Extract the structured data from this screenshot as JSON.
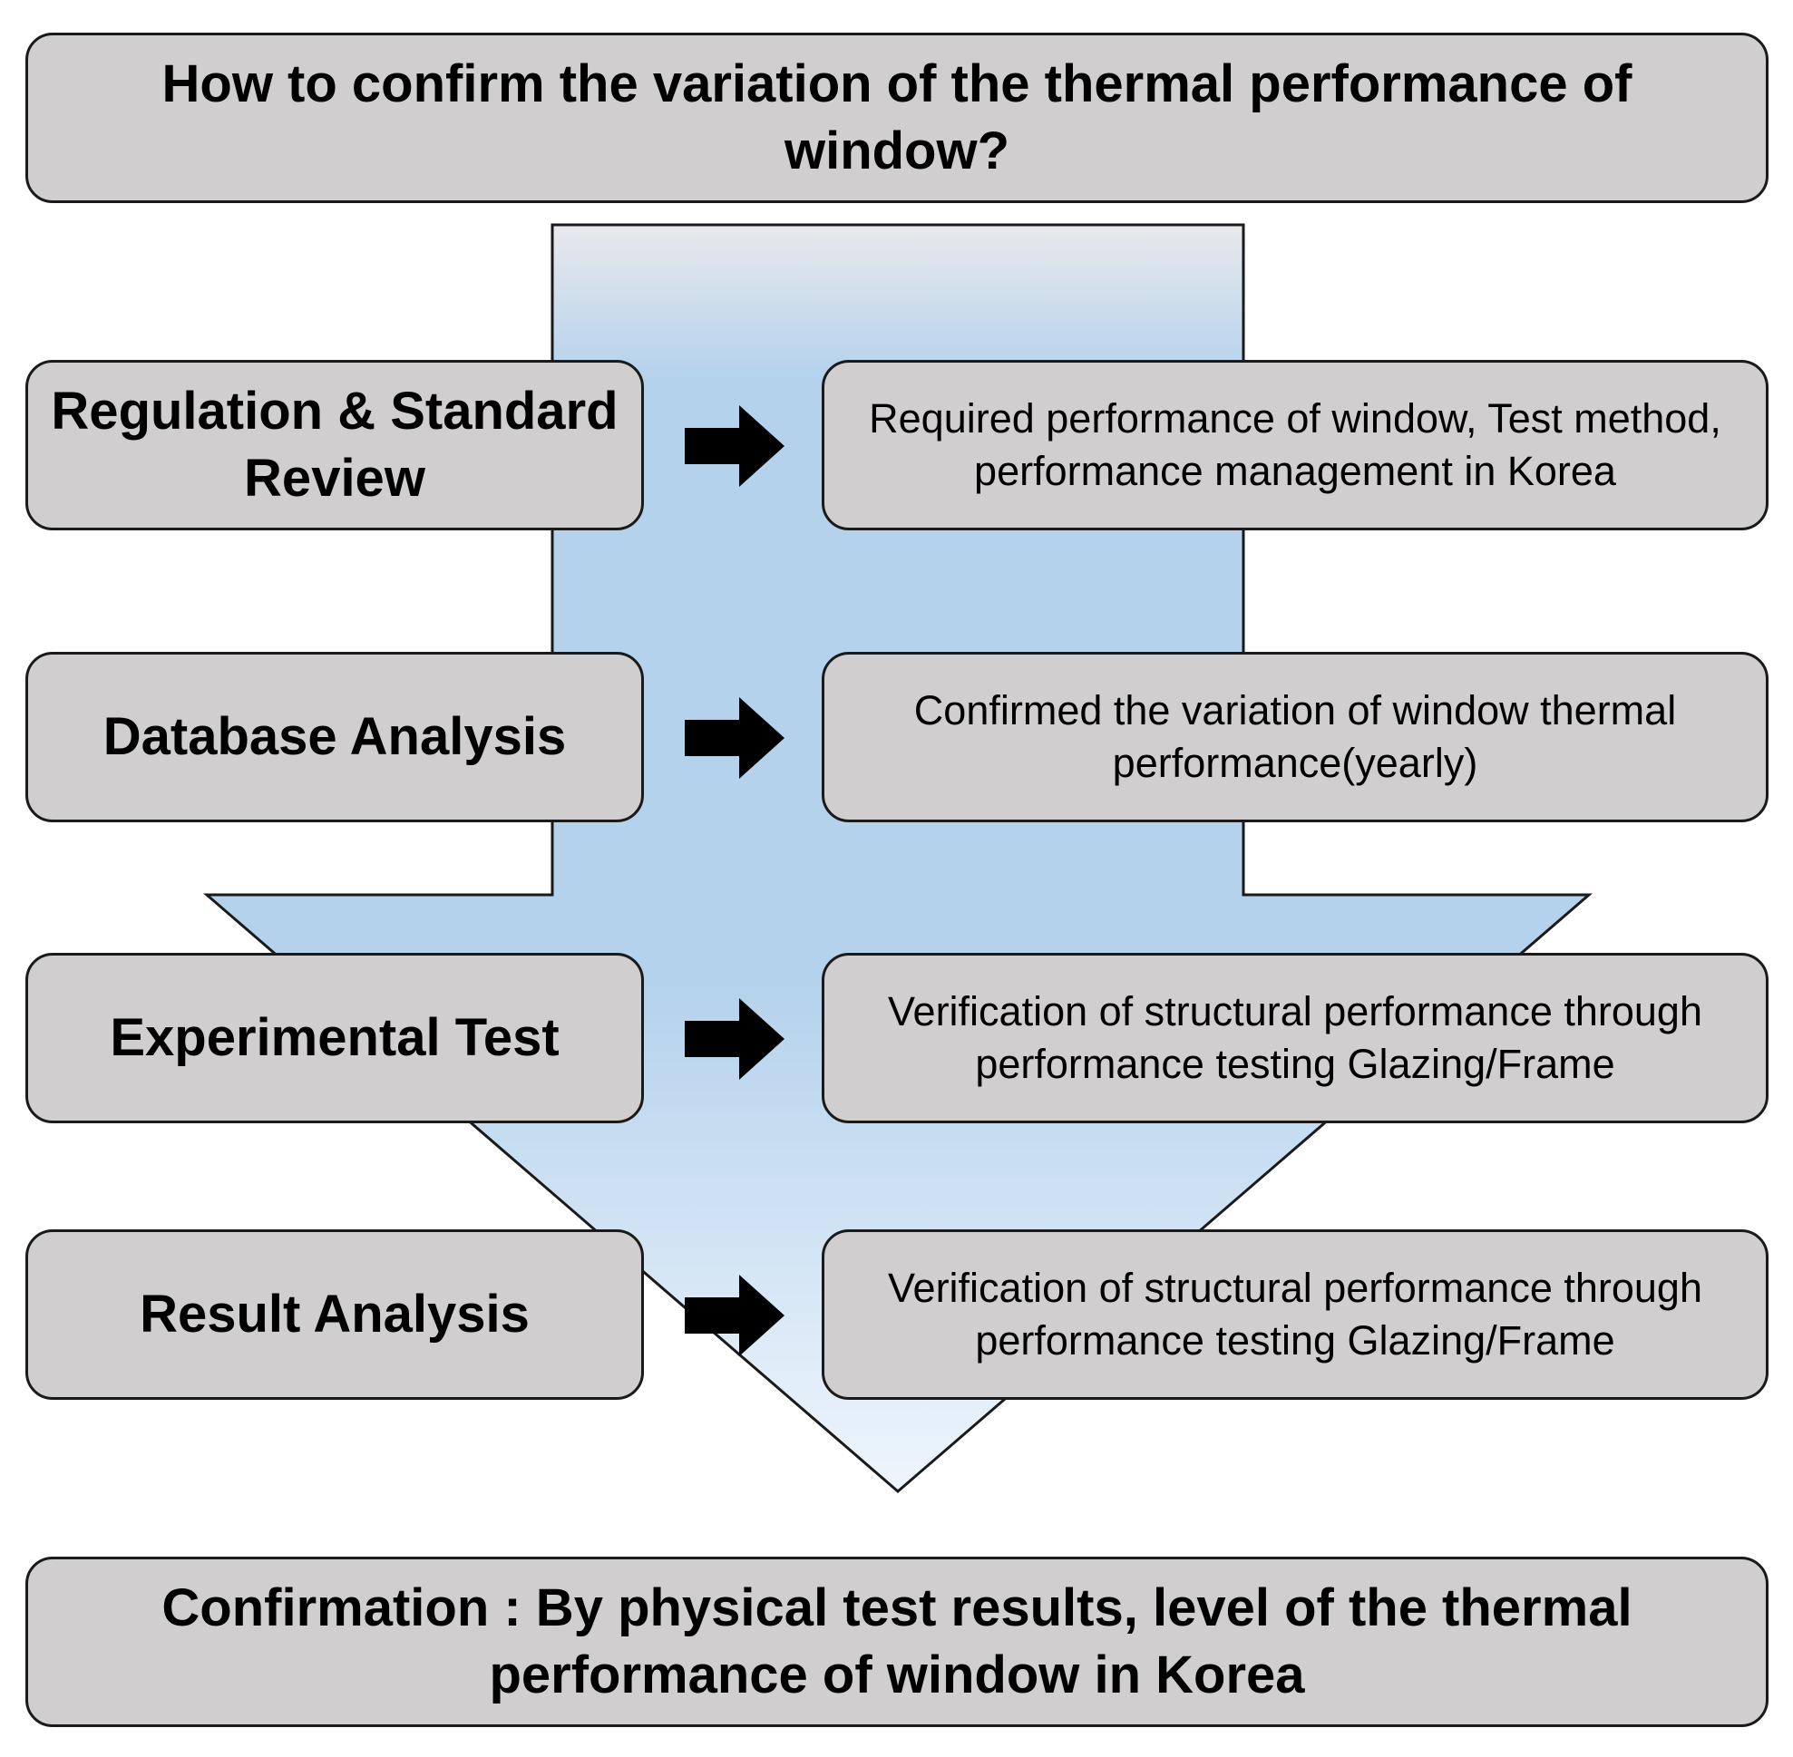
{
  "title": "How to confirm the variation of the thermal performance of window?",
  "steps": [
    {
      "label": "Regulation & Standard Review",
      "description": "Required performance of window, Test method, performance management in Korea"
    },
    {
      "label": "Database Analysis",
      "description": "Confirmed the variation of window thermal performance(yearly)"
    },
    {
      "label": "Experimental Test",
      "description": "Verification of structural performance through performance testing Glazing/Frame"
    },
    {
      "label": "Result Analysis",
      "description": "Verification of structural performance through performance testing Glazing/Frame"
    }
  ],
  "conclusion": "Confirmation : By physical test results, level of the thermal performance of window in Korea",
  "colors": {
    "box_fill": "#d0cecf",
    "box_border": "#1a1a1a",
    "flow_gradient_top": "#e8e9ec",
    "flow_gradient_mid": "#b5d2ec",
    "flow_gradient_bottom": "#eef5fc",
    "arrow_fill": "#000000"
  },
  "icons": {
    "step_connector": "right-arrow-icon",
    "flow": "down-arrow-icon"
  }
}
